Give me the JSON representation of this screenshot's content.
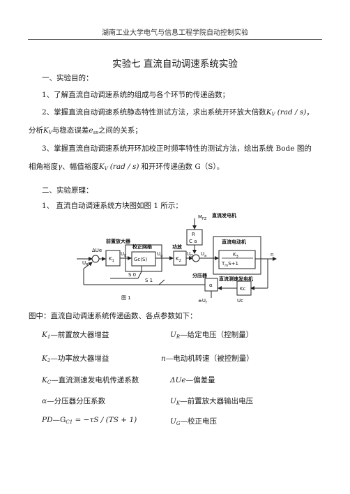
{
  "header": "湖南工业大学电气与信息工程学院自动控制实验",
  "title": "实验七  直流自动调速系统实验",
  "sec1": "一、实验目的：",
  "item1": "1、了解直流自动调速系统的组成与各个环节的传递函数；",
  "item2a": "2、掌握直流自动调速系统静态特性测试方法，求出系统开环放大倍数",
  "item2_kv": "K",
  "item2_kv_sub": "V",
  "item2_unit": "(rad / s)",
  "item2b_pre": "分析",
  "item2b_mid": "与稳态误差",
  "item2b_e": "e",
  "item2b_e_sub": "ss",
  "item2b_post": "之间的关系；",
  "item3a": "3、掌握直流自动调速系统开环加校正时频率特性的测试方法，绘出系统 Bode 图的",
  "item3b_pre": "相角裕度",
  "item3b_gamma": "γ",
  "item3b_mid": "、幅值裕度",
  "item3b_post": "和开环传递函数 G（S）。",
  "sec2": "二、实验原理：",
  "principle1": "1、      直流自动调速系统方块图如图 1 所示：",
  "figure": {
    "mfz": "M",
    "mfz_sub": "FZ",
    "generator": "直流发电机",
    "pre_amp": "前置放大器",
    "corrector": "校正网络",
    "power_amp": "功放",
    "motor": "直流电动机",
    "tacho": "直流测速发电机",
    "divider": "分压器",
    "due": "ΔUe",
    "uk": "U",
    "uk_sub": "K",
    "ug": "U",
    "ug_sub": "g",
    "ua": "U",
    "ua_sub": "a",
    "ud": "U",
    "ud_sub": "D",
    "ur": "U",
    "ur_sub": "R",
    "k1": "K",
    "k1_sub": "1",
    "gc": "Gc(S)",
    "k2": "K",
    "k2_sub": "2",
    "r": "R",
    "ca": "C a",
    "k3": "K",
    "k3_sub": "3",
    "tm": "T",
    "tm_sub": "m",
    "s1": "S+1",
    "n": "n",
    "s0": "S 0",
    "s1_switch": "S 1",
    "alpha": "α",
    "kc": "Kc",
    "uc": "Uc",
    "uf": "±U",
    "uf_sub": "f",
    "caption": "图   1"
  },
  "legend_intro": "图中：直流自动调速系统传递函数、各点参数如下：",
  "legend": [
    {
      "sym": "K",
      "sub": "1",
      "desc": "—前置放大器增益"
    },
    {
      "sym": "U",
      "sub": "R",
      "desc": "—给定电压（控制量）"
    },
    {
      "sym": "K",
      "sub": "2",
      "desc": "—功率放大器增益"
    },
    {
      "sym": "n",
      "sub": "",
      "desc": "—电动机转速（被控制量）"
    },
    {
      "sym": "K",
      "sub": "C",
      "desc": "—直流测速发电机传递系数"
    },
    {
      "sym": "ΔUe",
      "sub": "",
      "desc": "—偏差量"
    },
    {
      "sym": "α",
      "sub": "",
      "desc": "—分压器分压系数"
    },
    {
      "sym": "U",
      "sub": "K",
      "desc": "—前置放大器输出电压"
    },
    {
      "sym": "PD",
      "sub": "",
      "desc": "—G"
    },
    {
      "sym": "U",
      "sub": "G",
      "desc": "—校正电压"
    }
  ],
  "pd_sub": "C1",
  "pd_formula": " = −τS / (TS + 1)"
}
